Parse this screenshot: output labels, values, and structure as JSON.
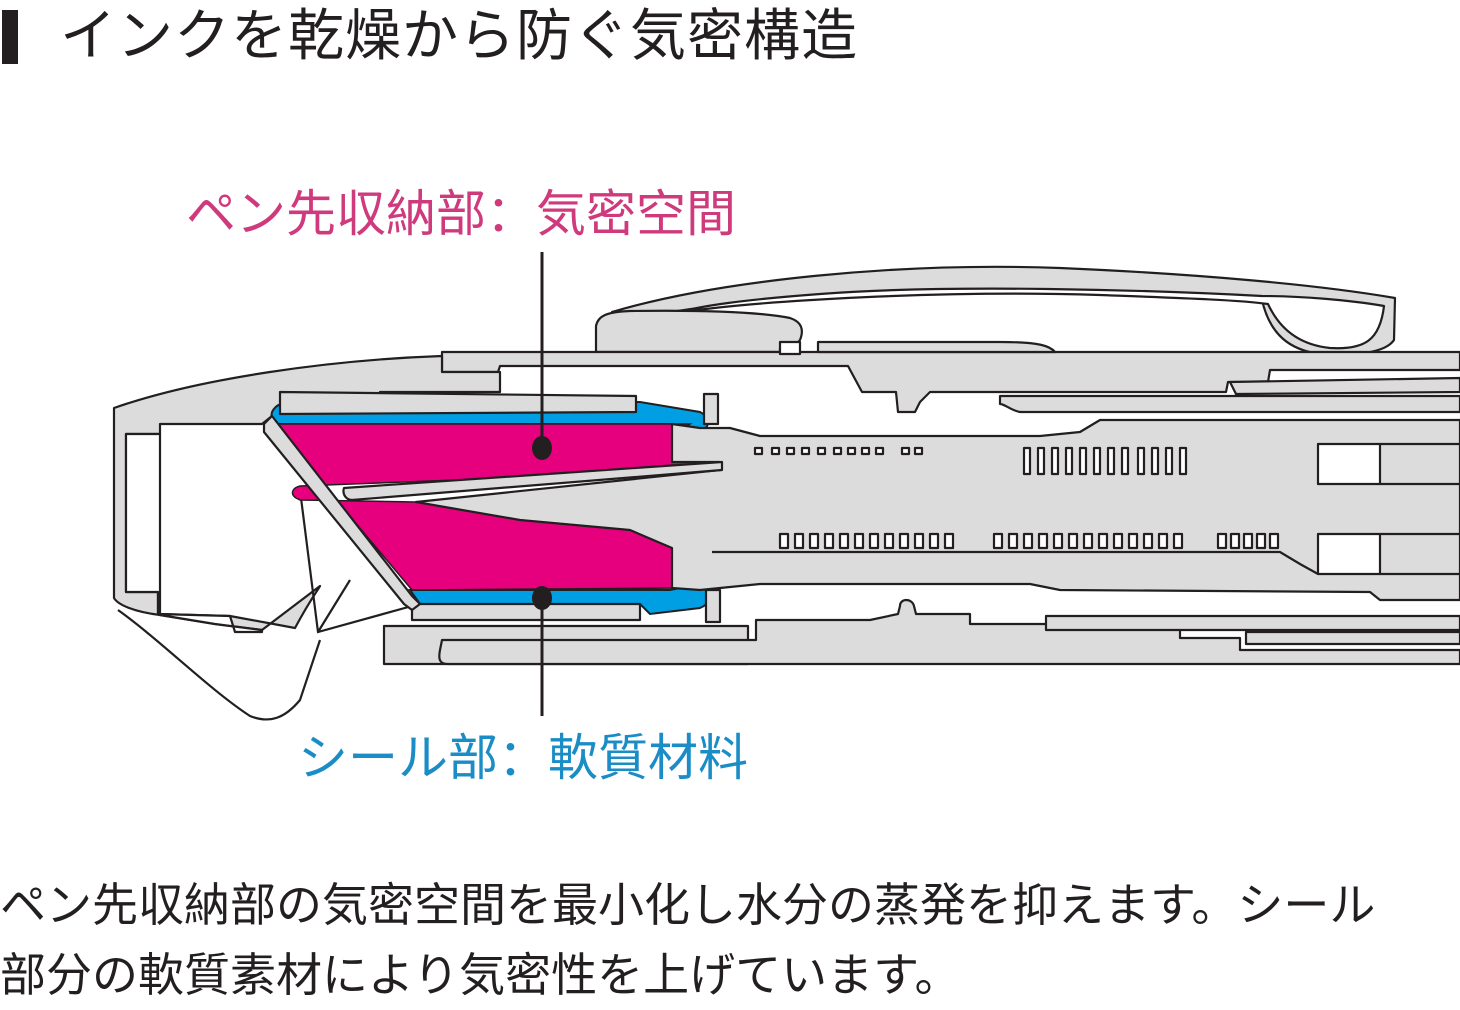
{
  "heading": {
    "marker_icon": "square-bullet",
    "title": "インクを乾燥から防ぐ気密構造"
  },
  "diagram": {
    "subject": "pen-tip-cross-section",
    "callouts": [
      {
        "label": "ペン先収納部：気密空間",
        "color": "#cf3a7c",
        "region": "pen-tip-storage-airtight-space",
        "fill": "#e6007e"
      },
      {
        "label": "シール部：軟質材料",
        "color": "#1a8cc6",
        "region": "seal-soft-material",
        "fill": "#009fe3"
      }
    ],
    "part_fill": "#dcdcdc",
    "outline_color": "#231f20"
  },
  "description": {
    "lines": [
      "ペン先収納部の気密空間を最小化し水分の蒸発を抑えます。シール",
      "部分の軟質素材により気密性を上げています。"
    ]
  }
}
